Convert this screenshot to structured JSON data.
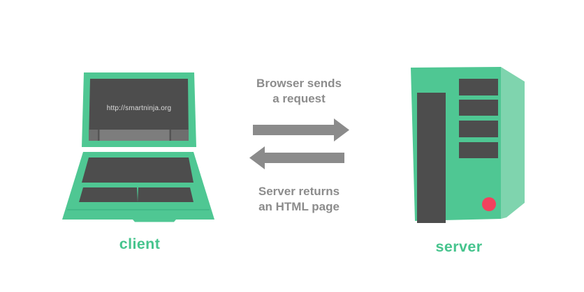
{
  "client": {
    "label": "client",
    "browser_url": "http://smartninja.org"
  },
  "server": {
    "label": "server"
  },
  "flow": {
    "request": {
      "line1": "Browser sends",
      "line2": "a request"
    },
    "response": {
      "line1": "Server returns",
      "line2": "an HTML page"
    }
  },
  "colors": {
    "green": "#4fc793",
    "green_light": "#7fd4ae",
    "green_text": "#46c48d",
    "seam_green": "#3fb585",
    "dark_gray": "#4d4d4d",
    "bar_gray": "#7d7d7d",
    "bar_gray_dark": "#6e6e6e",
    "bar_divider": "#545454",
    "arrow_gray": "#8b8b8b",
    "caption_gray": "#8c8c8c",
    "url_text": "#dcdcdc",
    "led_red": "#f2415e",
    "background": "#ffffff"
  }
}
